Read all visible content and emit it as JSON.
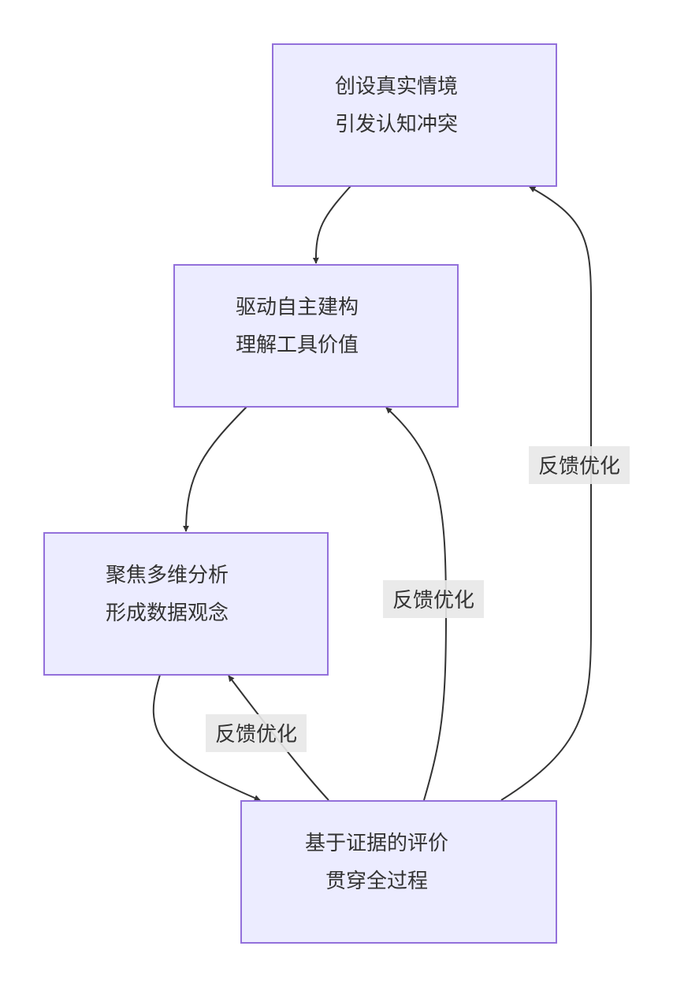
{
  "diagram": {
    "type": "flowchart",
    "colors": {
      "node_fill": "#ececff",
      "node_stroke": "#9370db",
      "edge": "#333333",
      "label_bg": "#e8e8e8",
      "text": "#333333"
    },
    "nodes": [
      {
        "id": "A",
        "lines": [
          "创设真实情境",
          "引发认知冲突"
        ]
      },
      {
        "id": "B",
        "lines": [
          "驱动自主建构",
          "理解工具价值"
        ]
      },
      {
        "id": "C",
        "lines": [
          "聚焦多维分析",
          "形成数据观念"
        ]
      },
      {
        "id": "D",
        "lines": [
          "基于证据的评价",
          "贯穿全过程"
        ]
      }
    ],
    "edges": [
      {
        "from": "A",
        "to": "B",
        "label": ""
      },
      {
        "from": "B",
        "to": "C",
        "label": ""
      },
      {
        "from": "C",
        "to": "D",
        "label": ""
      },
      {
        "from": "D",
        "to": "C",
        "label": "反馈优化"
      },
      {
        "from": "D",
        "to": "B",
        "label": "反馈优化"
      },
      {
        "from": "D",
        "to": "A",
        "label": "反馈优化"
      }
    ]
  }
}
